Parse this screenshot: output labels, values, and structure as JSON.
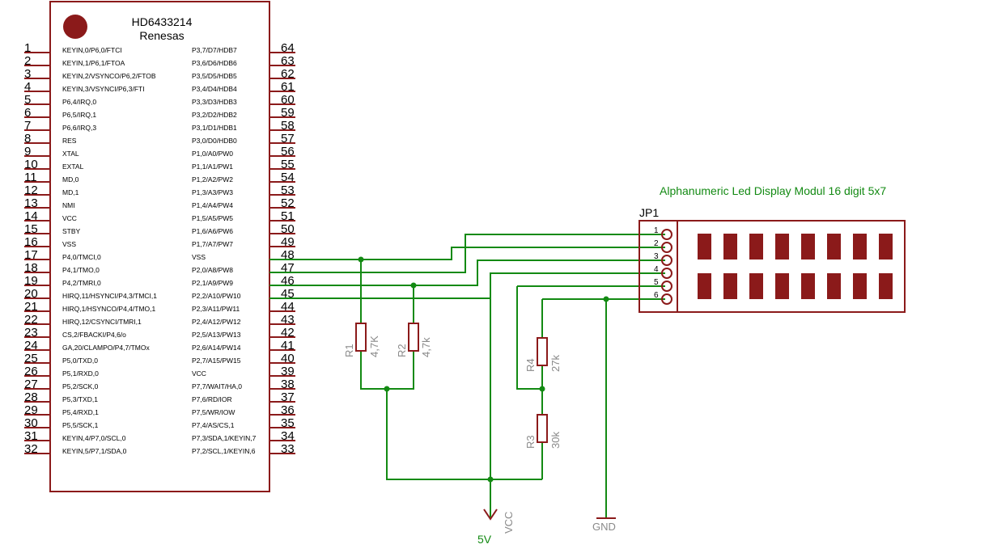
{
  "ic": {
    "part_number": "HD6433214",
    "manufacturer": "Renesas",
    "left_pins": [
      {
        "num": "1",
        "name": "KEYIN,0/P6,0/FTCI"
      },
      {
        "num": "2",
        "name": "KEYIN,1/P6,1/FTOA"
      },
      {
        "num": "3",
        "name": "KEYIN,2/VSYNCO/P6,2/FTOB"
      },
      {
        "num": "4",
        "name": "KEYIN,3/VSYNCI/P6,3/FTI"
      },
      {
        "num": "5",
        "name": "P6,4/IRQ,0"
      },
      {
        "num": "6",
        "name": "P6,5/IRQ,1"
      },
      {
        "num": "7",
        "name": "P6,6/IRQ,3"
      },
      {
        "num": "8",
        "name": "RES"
      },
      {
        "num": "9",
        "name": "XTAL"
      },
      {
        "num": "10",
        "name": "EXTAL"
      },
      {
        "num": "11",
        "name": "MD,0"
      },
      {
        "num": "12",
        "name": "MD,1"
      },
      {
        "num": "13",
        "name": "NMI"
      },
      {
        "num": "14",
        "name": "VCC"
      },
      {
        "num": "15",
        "name": "STBY"
      },
      {
        "num": "16",
        "name": "VSS"
      },
      {
        "num": "17",
        "name": "P4,0/TMCI,0"
      },
      {
        "num": "18",
        "name": "P4,1/TMO,0"
      },
      {
        "num": "19",
        "name": "P4,2/TMRI,0"
      },
      {
        "num": "20",
        "name": "HIRQ,11/HSYNCI/P4,3/TMCI,1"
      },
      {
        "num": "21",
        "name": "HIRQ,1/HSYNCO/P4,4/TMO,1"
      },
      {
        "num": "22",
        "name": "HIRQ,12/CSYNCI/TMRI,1"
      },
      {
        "num": "23",
        "name": "CS,2/FBACKI/P4,6/o"
      },
      {
        "num": "24",
        "name": "GA,20/CLAMPO/P4,7/TMOx"
      },
      {
        "num": "25",
        "name": "P5,0/TXD,0"
      },
      {
        "num": "26",
        "name": "P5,1/RXD,0"
      },
      {
        "num": "27",
        "name": "P5,2/SCK,0"
      },
      {
        "num": "28",
        "name": "P5,3/TXD,1"
      },
      {
        "num": "29",
        "name": "P5,4/RXD,1"
      },
      {
        "num": "30",
        "name": "P5,5/SCK,1"
      },
      {
        "num": "31",
        "name": "KEYIN,4/P7,0/SCL,0"
      },
      {
        "num": "32",
        "name": "KEYIN,5/P7,1/SDA,0"
      }
    ],
    "right_pins": [
      {
        "num": "64",
        "name": "P3,7/D7/HDB7"
      },
      {
        "num": "63",
        "name": "P3,6/D6/HDB6"
      },
      {
        "num": "62",
        "name": "P3,5/D5/HDB5"
      },
      {
        "num": "61",
        "name": "P3,4/D4/HDB4"
      },
      {
        "num": "60",
        "name": "P3,3/D3/HDB3"
      },
      {
        "num": "59",
        "name": "P3,2/D2/HDB2"
      },
      {
        "num": "58",
        "name": "P3,1/D1/HDB1"
      },
      {
        "num": "57",
        "name": "P3,0/D0/HDB0"
      },
      {
        "num": "56",
        "name": "P1,0/A0/PW0"
      },
      {
        "num": "55",
        "name": "P1,1/A1/PW1"
      },
      {
        "num": "54",
        "name": "P1,2/A2/PW2"
      },
      {
        "num": "53",
        "name": "P1,3/A3/PW3"
      },
      {
        "num": "52",
        "name": "P1,4/A4/PW4"
      },
      {
        "num": "51",
        "name": "P1,5/A5/PW5"
      },
      {
        "num": "50",
        "name": "P1,6/A6/PW6"
      },
      {
        "num": "49",
        "name": "P1,7/A7/PW7"
      },
      {
        "num": "48",
        "name": "VSS"
      },
      {
        "num": "47",
        "name": "P2,0/A8/PW8"
      },
      {
        "num": "46",
        "name": "P2,1/A9/PW9"
      },
      {
        "num": "45",
        "name": "P2,2/A10/PW10"
      },
      {
        "num": "44",
        "name": "P2,3/A11/PW11"
      },
      {
        "num": "43",
        "name": "P2,4/A12/PW12"
      },
      {
        "num": "42",
        "name": "P2,5/A13/PW13"
      },
      {
        "num": "41",
        "name": "P2,6/A14/PW14"
      },
      {
        "num": "40",
        "name": "P2,7/A15/PW15"
      },
      {
        "num": "39",
        "name": "VCC"
      },
      {
        "num": "38",
        "name": "P7,7/WAIT/HA,0"
      },
      {
        "num": "37",
        "name": "P7,6/RD/IOR"
      },
      {
        "num": "36",
        "name": "P7,5/WR/IOW"
      },
      {
        "num": "35",
        "name": "P7,4/AS/CS,1"
      },
      {
        "num": "34",
        "name": "P7,3/SDA,1/KEYIN,7"
      },
      {
        "num": "33",
        "name": "P7,2/SCL,1/KEYIN,6"
      }
    ]
  },
  "display": {
    "title": "Alphanumeric Led Display Modul 16 digit 5x7",
    "connector": "JP1",
    "connector_pins": [
      "1",
      "2",
      "3",
      "4",
      "5",
      "6"
    ]
  },
  "resistors": [
    {
      "ref": "R1",
      "value": "4,7K"
    },
    {
      "ref": "R2",
      "value": "4,7k"
    },
    {
      "ref": "R4",
      "value": "27k"
    },
    {
      "ref": "R3",
      "value": "30k"
    }
  ],
  "power": {
    "vcc_label": "VCC",
    "vcc_value": "5V",
    "gnd_label": "GND"
  },
  "colors": {
    "part": "#8b1a1a",
    "wire": "#138a13",
    "label": "#8a8a8a"
  }
}
